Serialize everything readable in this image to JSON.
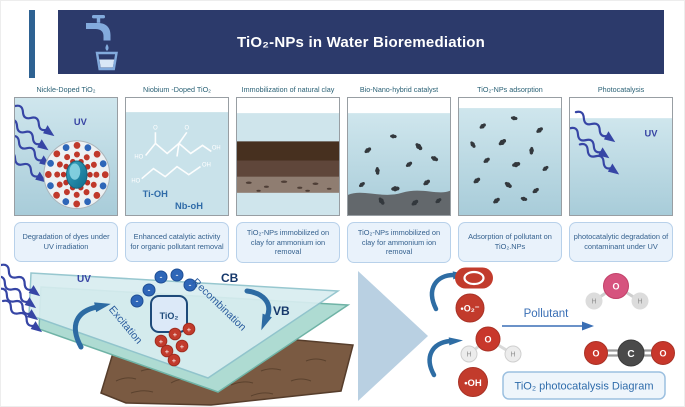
{
  "header": {
    "title": "TiO₂-NPs in Water Bioremediation"
  },
  "panels": [
    {
      "title": "Nickle-Doped TiO₂",
      "caption": "Degradation of dyes under UV irradiation",
      "uv_label": "UV"
    },
    {
      "title": "Niobium -Doped TiO₂",
      "caption": "Enhanced catalytic activity for organic pollutant removal",
      "ti_oh_label": "Ti-OH",
      "nb_oh_label": "Nb-oH",
      "structure_labels": [
        "O",
        "O",
        "HO",
        "OH",
        "HO",
        "OH"
      ]
    },
    {
      "title": "Immobilization of natural clay",
      "caption": "TiO₂-NPs immobilized on clay for ammonium ion removal"
    },
    {
      "title": "Bio-Nano-hybrid catalyst",
      "caption": "TiO₂-NPs immobilized on clay for ammonium ion removal"
    },
    {
      "title": "TiO₂-NPs adsorption",
      "caption": "Adsorption of pollutant on TiO₂.NPs"
    },
    {
      "title": "Photocatalysis",
      "caption": "photocatalytic degradation of contaminant under UV",
      "uv_label": "UV"
    }
  ],
  "band_diagram": {
    "uv_label": "UV",
    "tio2_label": "TiO₂",
    "cb_label": "CB",
    "vb_label": "VB",
    "excitation_label": "Excitation",
    "recombination_label": "Recombination",
    "electron_symbol": "-",
    "hole_symbol": "+"
  },
  "reaction_diagram": {
    "superoxide_label": "•O₂⁻",
    "hydroxyl_label": "•OH",
    "pollutant_label": "Pollutant",
    "oxygen_label": "O",
    "hydrogen_label": "H",
    "carbon_label": "C",
    "caption": "TiO₂ photocatalysis Diagram"
  },
  "colors": {
    "banner_navy": "#2c3a6b",
    "accent_bar_blue": "#2e6292",
    "uv_arrow_indigo": "#3645a5",
    "water_blue": "#c9e2ea",
    "caption_box_blue": "#e9f2fb",
    "radical_red": "#c23b2c",
    "electron_blue": "#2e66b8",
    "glass_teal": "#d8edf0",
    "soil_brown": "#7a5a42",
    "triangle_blue": "#b9d0e2",
    "pink_oxygen": "#d6537e",
    "carbon_gray": "#4a4a4a"
  }
}
